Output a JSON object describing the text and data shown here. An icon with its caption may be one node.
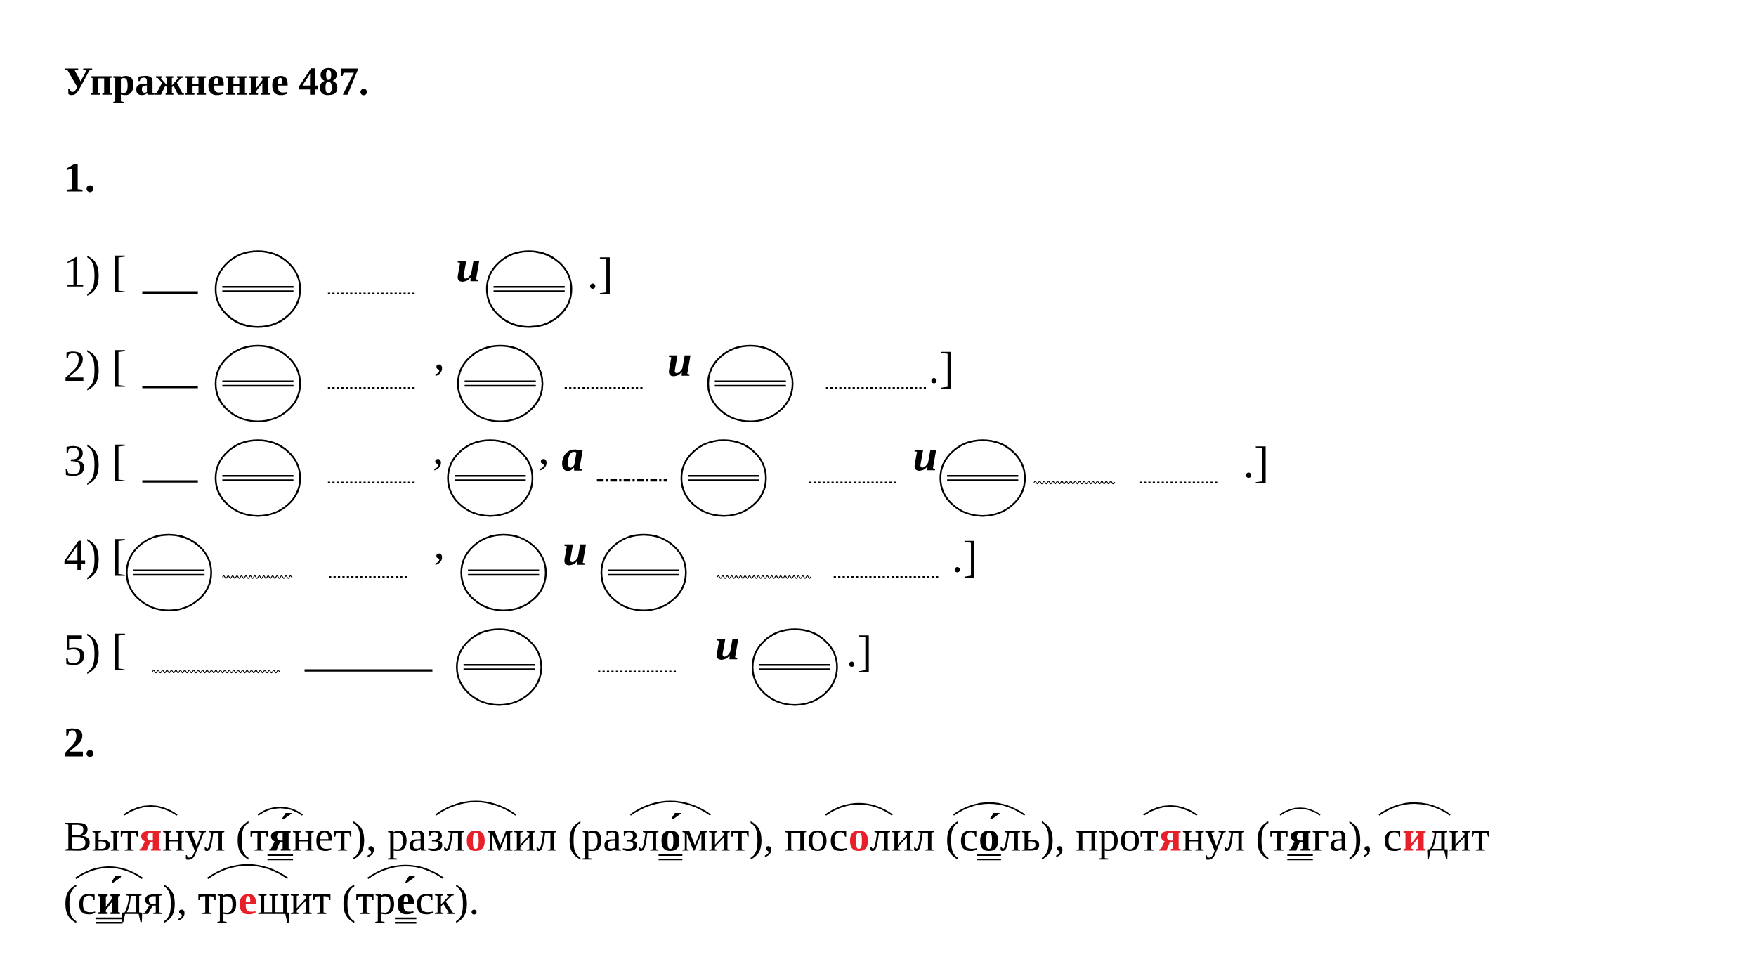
{
  "diagram": {
    "title": "Упражнение 487.",
    "labels": [
      "1.",
      "1) [",
      "и",
      ".]",
      "2) [",
      ",",
      "и",
      ".]",
      "3) [",
      ",",
      ",",
      "а",
      "и",
      ".]",
      "4) [",
      ",",
      "и",
      ".]",
      "5) [",
      "и",
      ".]",
      "2.",
      "Выт",
      "я",
      "нул (т",
      "я́",
      "нет), разл",
      "о",
      "мил (разл",
      "о́",
      "мит), пос",
      "о",
      "лил (с",
      "о́",
      "ль), прот",
      "я",
      "нул (т",
      "я",
      "га), с",
      "и",
      "дит",
      "(с",
      "и́",
      "дя), тр",
      "е",
      "щит (тр",
      "е́",
      "ск)."
    ]
  }
}
